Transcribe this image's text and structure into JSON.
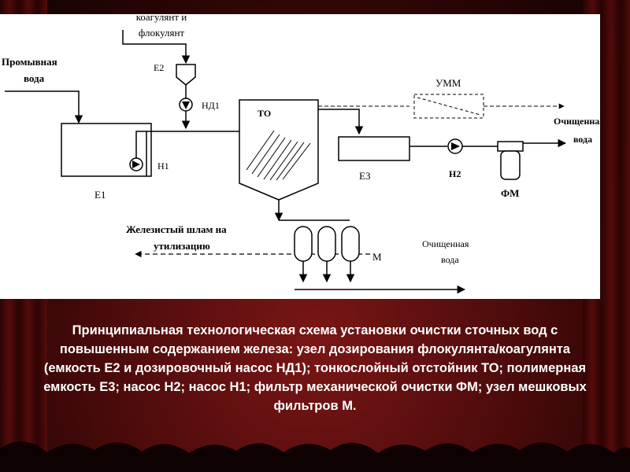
{
  "diagram": {
    "labels": {
      "coagulant": "коагулянт и",
      "flocculant": "флокулянт",
      "e2": "Е2",
      "nd1": "НД1",
      "wash_water_1": "Промывная",
      "wash_water_2": "вода",
      "to": "ТО",
      "umm": "УММ",
      "clean_water_right_1": "Очищенная",
      "clean_water_right_2": "вода",
      "e1": "Е1",
      "n1": "Н1",
      "e3": "Е3",
      "n2": "Н2",
      "fm": "ФМ",
      "sludge_1": "Железистый шлам на",
      "sludge_2": "утилизацию",
      "m": "М",
      "clean_water_bottom_1": "Очищенная",
      "clean_water_bottom_2": "вода"
    }
  },
  "caption": "Принципиальная технологическая схема установки очистки сточных вод с повышенным содержанием железа: узел дозирования флокулянта/коагулянта (емкость Е2 и дозировочный насос НД1); тонкослойный отстойник ТО; полимерная емкость Е3; насос Н2; насос Н1; фильтр механической очистки ФМ; узел мешковых фильтров М."
}
